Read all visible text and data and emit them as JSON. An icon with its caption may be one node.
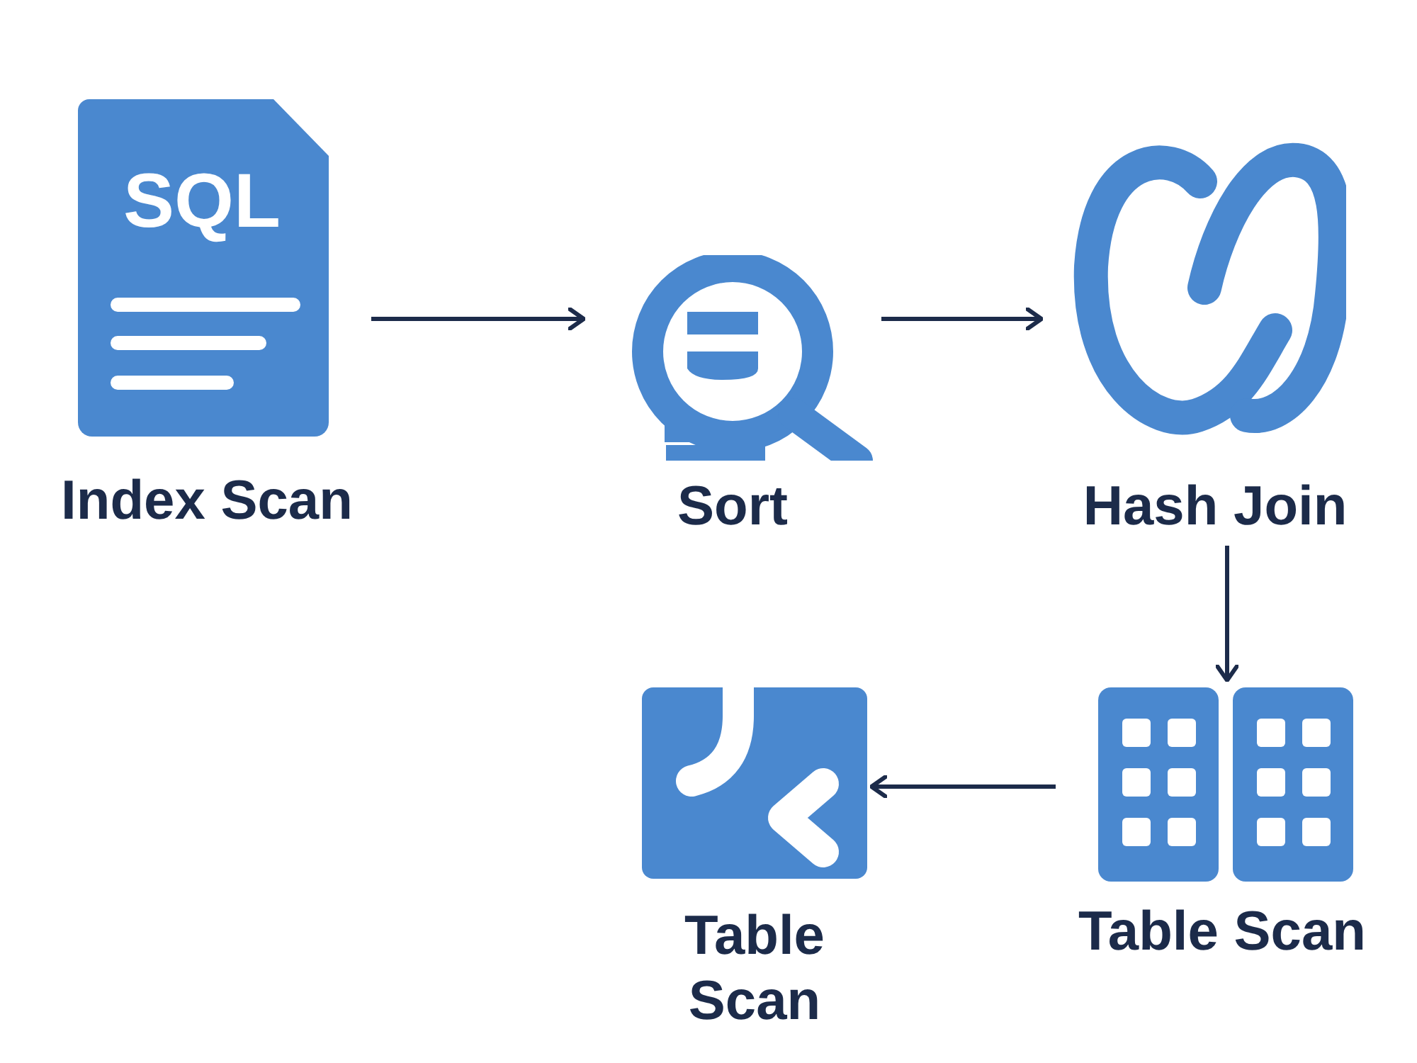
{
  "diagram": {
    "nodes": [
      {
        "text": [
          "Index Scan"
        ]
      },
      {
        "text": [
          "Sort"
        ]
      },
      {
        "text": [
          "Hash Join"
        ]
      },
      {
        "text": [
          "Table Scan"
        ]
      },
      {
        "text": [
          "Table Scan"
        ]
      }
    ],
    "edges": [
      {
        "from": 0,
        "to": 1,
        "arrow": "to"
      },
      {
        "from": 1,
        "to": 2,
        "arrow": "to"
      },
      {
        "from": 2,
        "to": 4,
        "arrow": "to"
      },
      {
        "from": 4,
        "to": 3,
        "arrow": "to"
      }
    ],
    "labels": [
      "SQL"
    ]
  }
}
